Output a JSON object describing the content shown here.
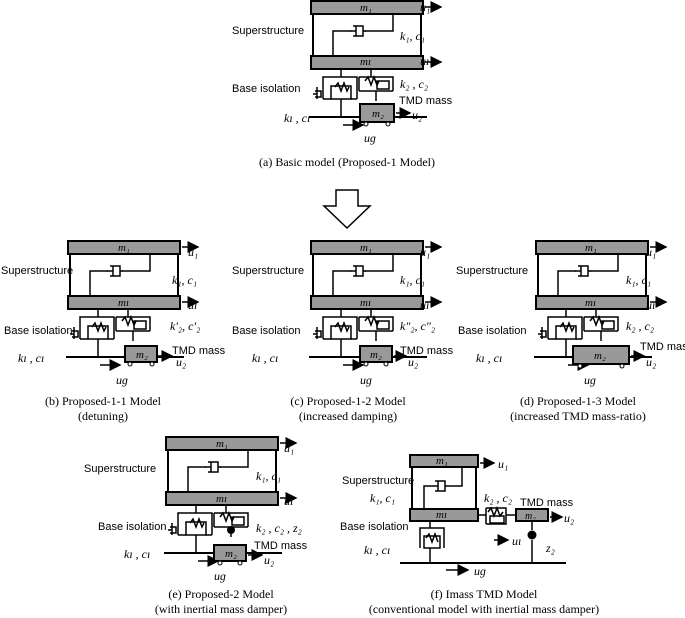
{
  "labels": {
    "superstructure": "Superstructure",
    "base_isolation": "Base isolation",
    "tmd_mass": "TMD mass"
  },
  "symbols": {
    "m1": "m₁",
    "mI": "mı",
    "m2": "m₂",
    "u1": "u₁",
    "uI": "uı",
    "u2": "u₂",
    "ug": "uɡ",
    "k1c1": "k₁, c₁",
    "kIcI": "kı , cı",
    "k2c2": "k₂ , c₂",
    "k2c2_prime": "k′₂, c′₂",
    "k2c2_dprime": "k″₂, c″₂",
    "k2c2z2": "k₂ , c₂ , z₂",
    "z2": "z₂"
  },
  "captions": {
    "a": {
      "line1": "(a) Basic model (Proposed-1 Model)"
    },
    "b": {
      "line1": "(b) Proposed-1-1 Model",
      "line2": "(detuning)"
    },
    "c": {
      "line1": "(c) Proposed-1-2 Model",
      "line2": "(increased damping)"
    },
    "d": {
      "line1": "(d) Proposed-1-3 Model",
      "line2": "(increased TMD mass-ratio)"
    },
    "e": {
      "line1": "(e) Proposed-2 Model",
      "line2": "(with inertial mass damper)"
    },
    "f": {
      "line1": "(f) Imass TMD Model",
      "line2": "(conventional model with inertial mass damper)"
    }
  }
}
